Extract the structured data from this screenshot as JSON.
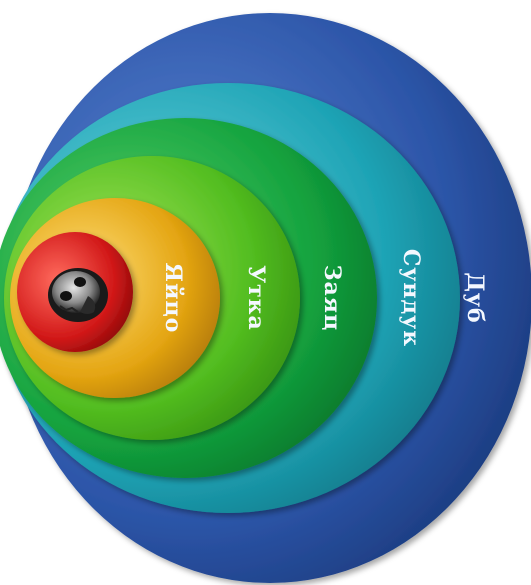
{
  "diagram": {
    "type": "nested-circles",
    "order": "outer-to-inner",
    "rings": [
      {
        "id": "oak",
        "label": "Дуб",
        "color": "#2c55a8"
      },
      {
        "id": "chest",
        "label": "Сундук",
        "color": "#1ea3b5"
      },
      {
        "id": "hare",
        "label": "Заяц",
        "color": "#13a23e"
      },
      {
        "id": "duck",
        "label": "Утка",
        "color": "#52bd20"
      },
      {
        "id": "egg",
        "label": "Яйцо",
        "color": "#e4a512"
      },
      {
        "id": "core",
        "label": "",
        "color": "#d11818"
      }
    ],
    "center_image": "skull-portrait"
  }
}
